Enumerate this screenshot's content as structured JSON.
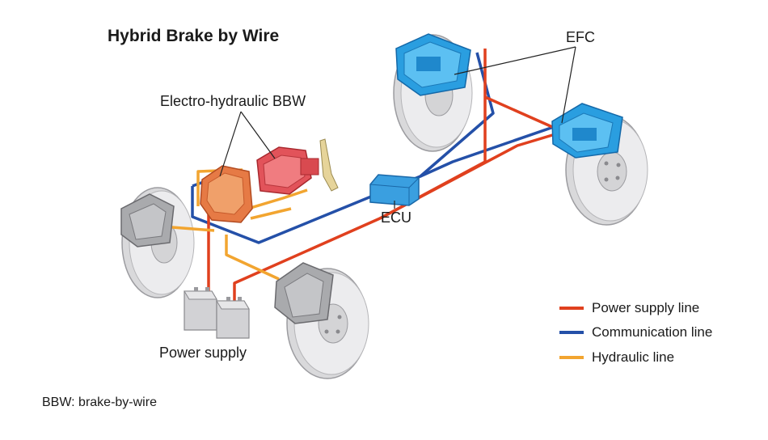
{
  "title": "Hybrid Brake by Wire",
  "labels": {
    "bbw": "Electro-hydraulic BBW",
    "efc": "EFC",
    "ecu": "ECU",
    "power_supply": "Power supply"
  },
  "legend": [
    {
      "label": "Power supply line",
      "color": "#e0401e"
    },
    {
      "label": "Communication line",
      "color": "#2450a8"
    },
    {
      "label": "Hydraulic line",
      "color": "#f2a530"
    }
  ],
  "footnote": "BBW: brake-by-wire",
  "colors": {
    "efc_caliper": "#2a9ee0",
    "bbw_unit": "#e2535a",
    "ecu_box": "#3a9fe0",
    "disc": "#e4e4e6",
    "caliper_gray": "#a9aaad"
  }
}
